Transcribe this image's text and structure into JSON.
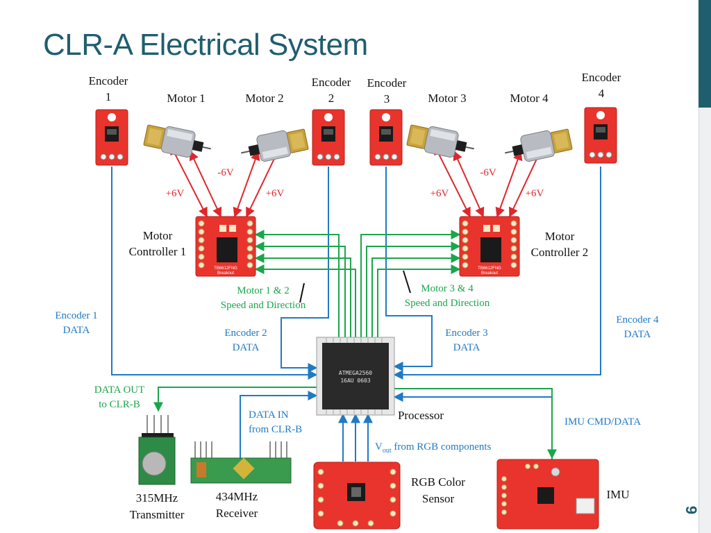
{
  "title": "CLR-A Electrical System",
  "page_number": "9",
  "components": {
    "encoder1": [
      "Encoder",
      "1"
    ],
    "encoder2": [
      "Encoder",
      "2"
    ],
    "encoder3": [
      "Encoder",
      "3"
    ],
    "encoder4": [
      "Encoder",
      "4"
    ],
    "motor1": "Motor 1",
    "motor2": "Motor 2",
    "motor3": "Motor 3",
    "motor4": "Motor 4",
    "controller1": [
      "Motor",
      "Controller 1"
    ],
    "controller2": [
      "Motor",
      "Controller 2"
    ],
    "processor": "Processor",
    "chip_text": [
      "ATMEGA2560",
      "16AU 0603"
    ],
    "controller_chip_text": [
      "TB6612FNG",
      "Breakout"
    ],
    "transmitter": [
      "315MHz",
      "Transmitter"
    ],
    "receiver": [
      "434MHz",
      "Receiver"
    ],
    "rgb_sensor": [
      "RGB Color",
      "Sensor"
    ],
    "imu": "IMU"
  },
  "voltages": {
    "neg": "-6V",
    "pos": "+6V"
  },
  "signals": {
    "speed_dir_12": [
      "Motor 1 & 2",
      "Speed and Direction"
    ],
    "speed_dir_34": [
      "Motor 3 & 4",
      "Speed and Direction"
    ],
    "enc1_data": [
      "Encoder 1",
      "DATA"
    ],
    "enc2_data": [
      "Encoder 2",
      "DATA"
    ],
    "enc3_data": [
      "Encoder 3",
      "DATA"
    ],
    "enc4_data": [
      "Encoder 4",
      "DATA"
    ],
    "data_out": [
      "DATA OUT",
      "to CLR-B"
    ],
    "data_in": [
      "DATA IN",
      "from CLR-B"
    ],
    "imu_cmd": "IMU CMD/DATA",
    "vout_main": "V",
    "vout_sub": "out",
    "vout_rest": " from RGB components"
  },
  "colors": {
    "title": "#1f5e6e",
    "blue_line": "#1f7ac4",
    "green_line": "#1aa64a",
    "red_line": "#e0262a",
    "board_red": "#e8342c"
  }
}
